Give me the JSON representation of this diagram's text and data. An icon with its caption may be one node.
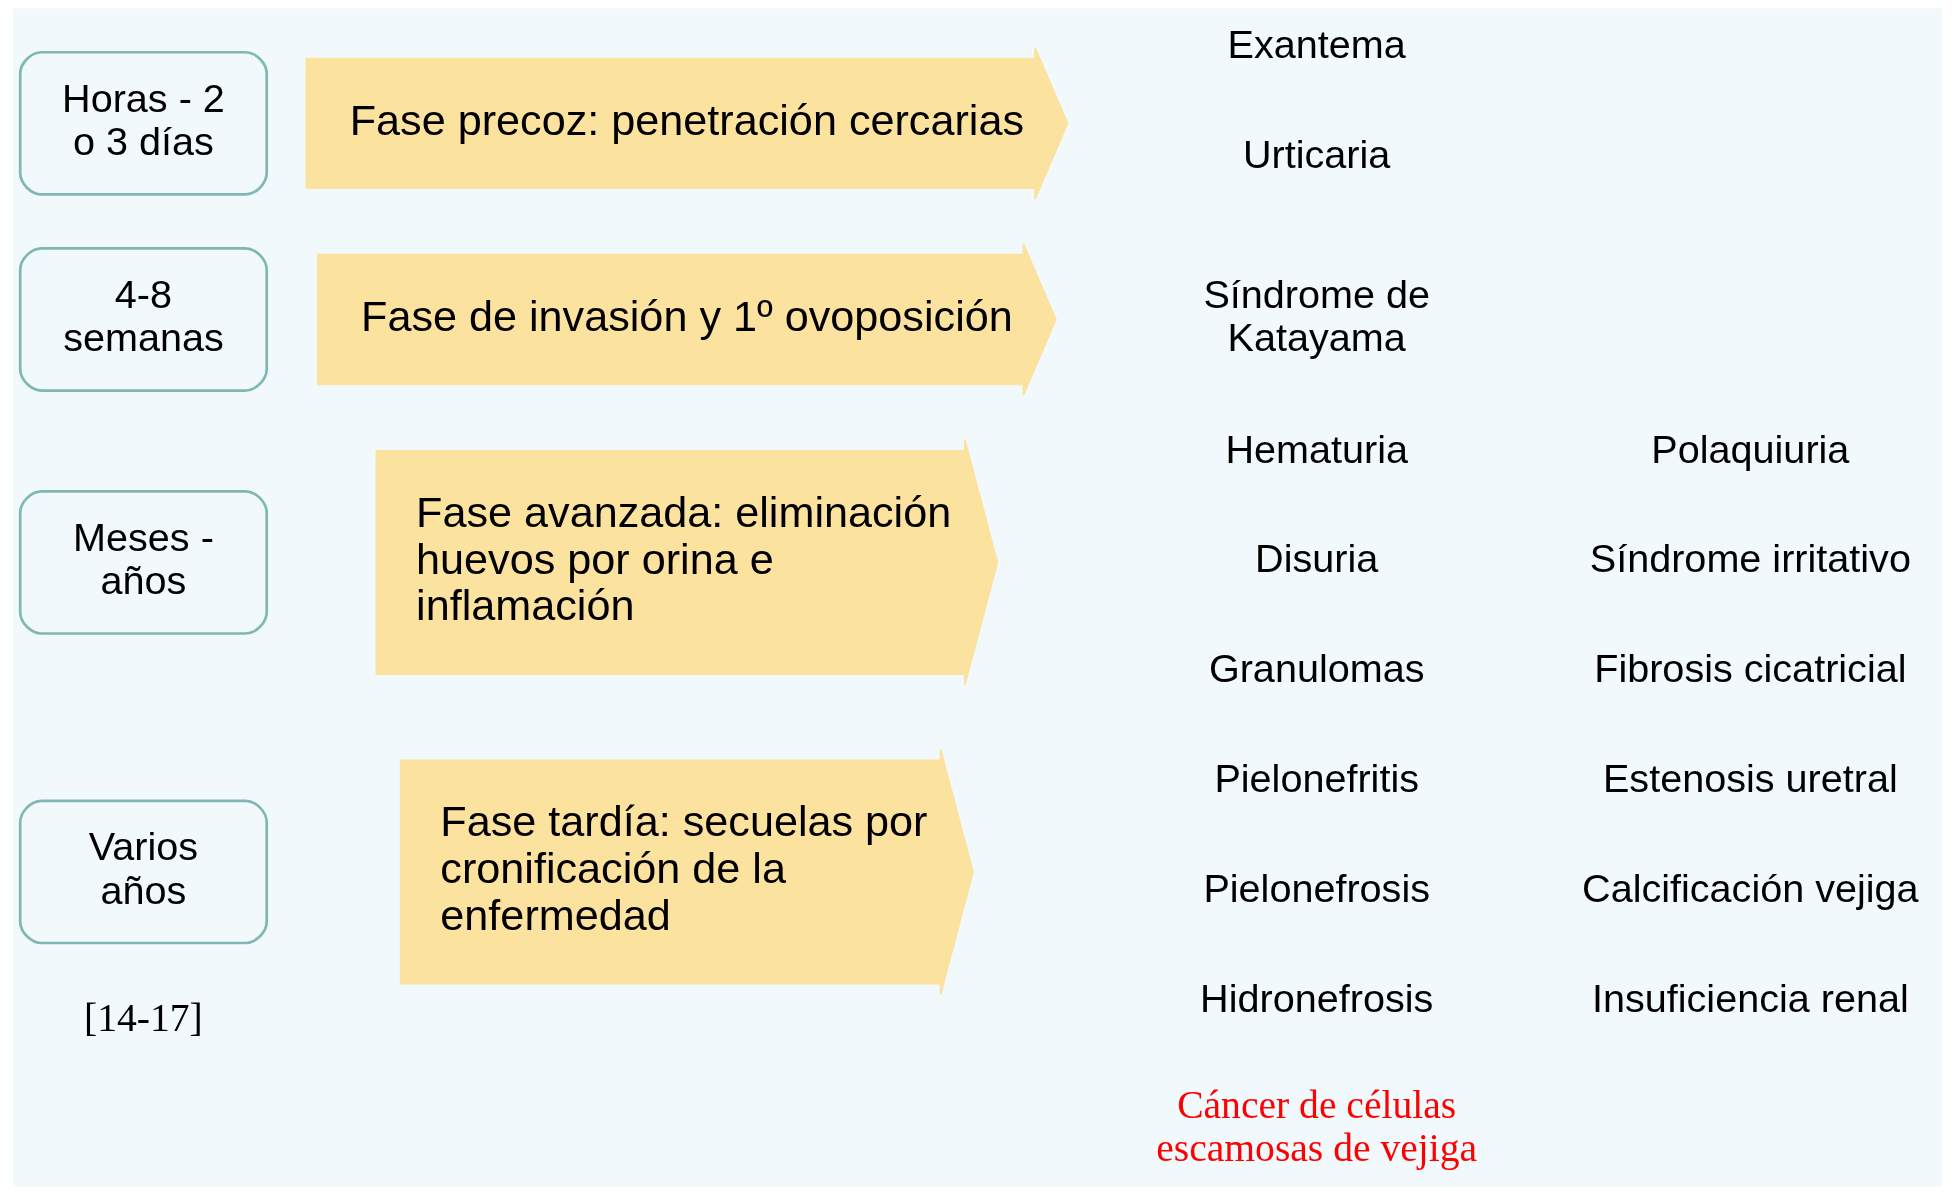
{
  "diagram": {
    "nodes": [
      {
        "text": [
          "Horas - 2 o 3 días"
        ]
      },
      {
        "text": [
          "Fase precoz: penetración cercarias"
        ]
      },
      {
        "text": [
          "4-8 semanas"
        ]
      },
      {
        "text": [
          "Fase de invasión y 1º ovoposición"
        ]
      },
      {
        "text": [
          "Meses - años"
        ]
      },
      {
        "text": [
          "Fase avanzada: eliminación huevos por orina e inflamación"
        ]
      },
      {
        "text": [
          "Varios años"
        ]
      },
      {
        "text": [
          "Fase tardía: secuelas por cronificación de la enfermedad"
        ]
      }
    ],
    "edges": [],
    "labels": [
      "Exantema",
      "Urticaria",
      "Síndrome de Katayama",
      "Hematuria",
      "Polaquiuria",
      "Disuria",
      "Síndrome irritativo",
      "Granulomas",
      "Fibrosis cicatricial",
      "Pielonefritis",
      "Estenosis uretral",
      "Pielonefrosis",
      "Calcificación vejiga",
      "Hidronefrosis",
      "Insuficiencia renal",
      "Cáncer de células escamosas de vejiga",
      "[14-17]"
    ]
  }
}
